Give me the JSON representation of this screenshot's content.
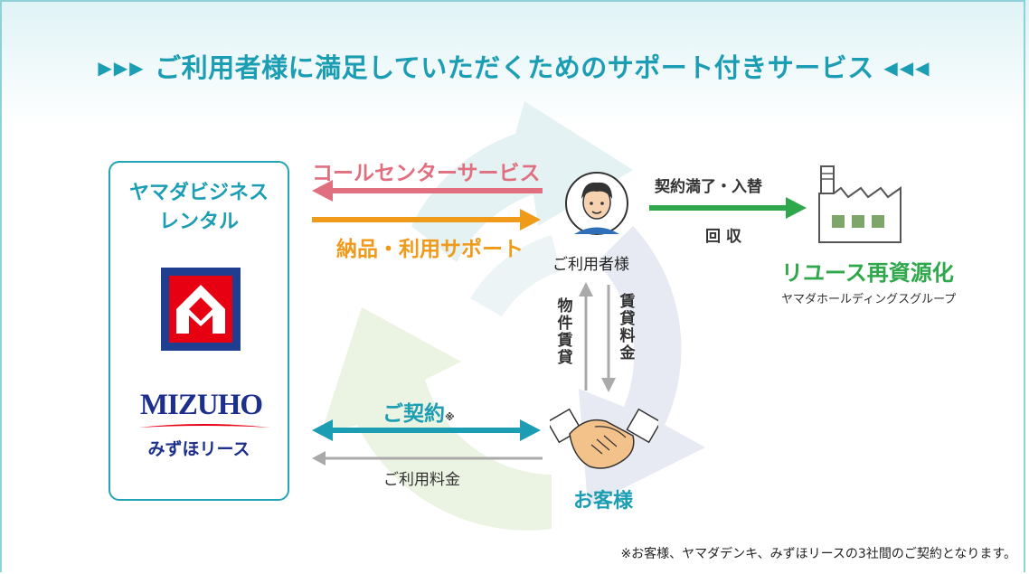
{
  "title": "ご利用者様に満足していただくためのサポート付きサービス",
  "title_deco_left": "▶▶▶",
  "title_deco_right": "◀◀◀",
  "partners": {
    "yamada": "ヤマダビジネス\nレンタル",
    "mizuho_logo": "MIZUHO",
    "mizuho_sub": "みずほリース"
  },
  "flows": {
    "call_center": "コールセンターサービス",
    "delivery_support": "納品・利用サポート",
    "contract": "ご契約",
    "contract_mark": "※",
    "usage_fee": "ご利用料金",
    "contract_end": "契約満了・入替",
    "collection": "回 収",
    "property_rental": "物件賃貸",
    "rental_fee": "賃貸料金"
  },
  "actors": {
    "user": "ご利用者様",
    "customer": "お客様"
  },
  "reuse": {
    "title": "リユース再資源化",
    "group": "ヤマダホールディングスグループ"
  },
  "footnote": "※お客様、ヤマダデンキ、みずほリースの3社間のご契約となります。",
  "colors": {
    "teal": "#1b9db3",
    "pink": "#e0707f",
    "orange": "#f09a1a",
    "green": "#2ea84a",
    "gray_arrow": "#aaaaaa",
    "navy": "#1c2f8c",
    "red": "#e60012"
  }
}
